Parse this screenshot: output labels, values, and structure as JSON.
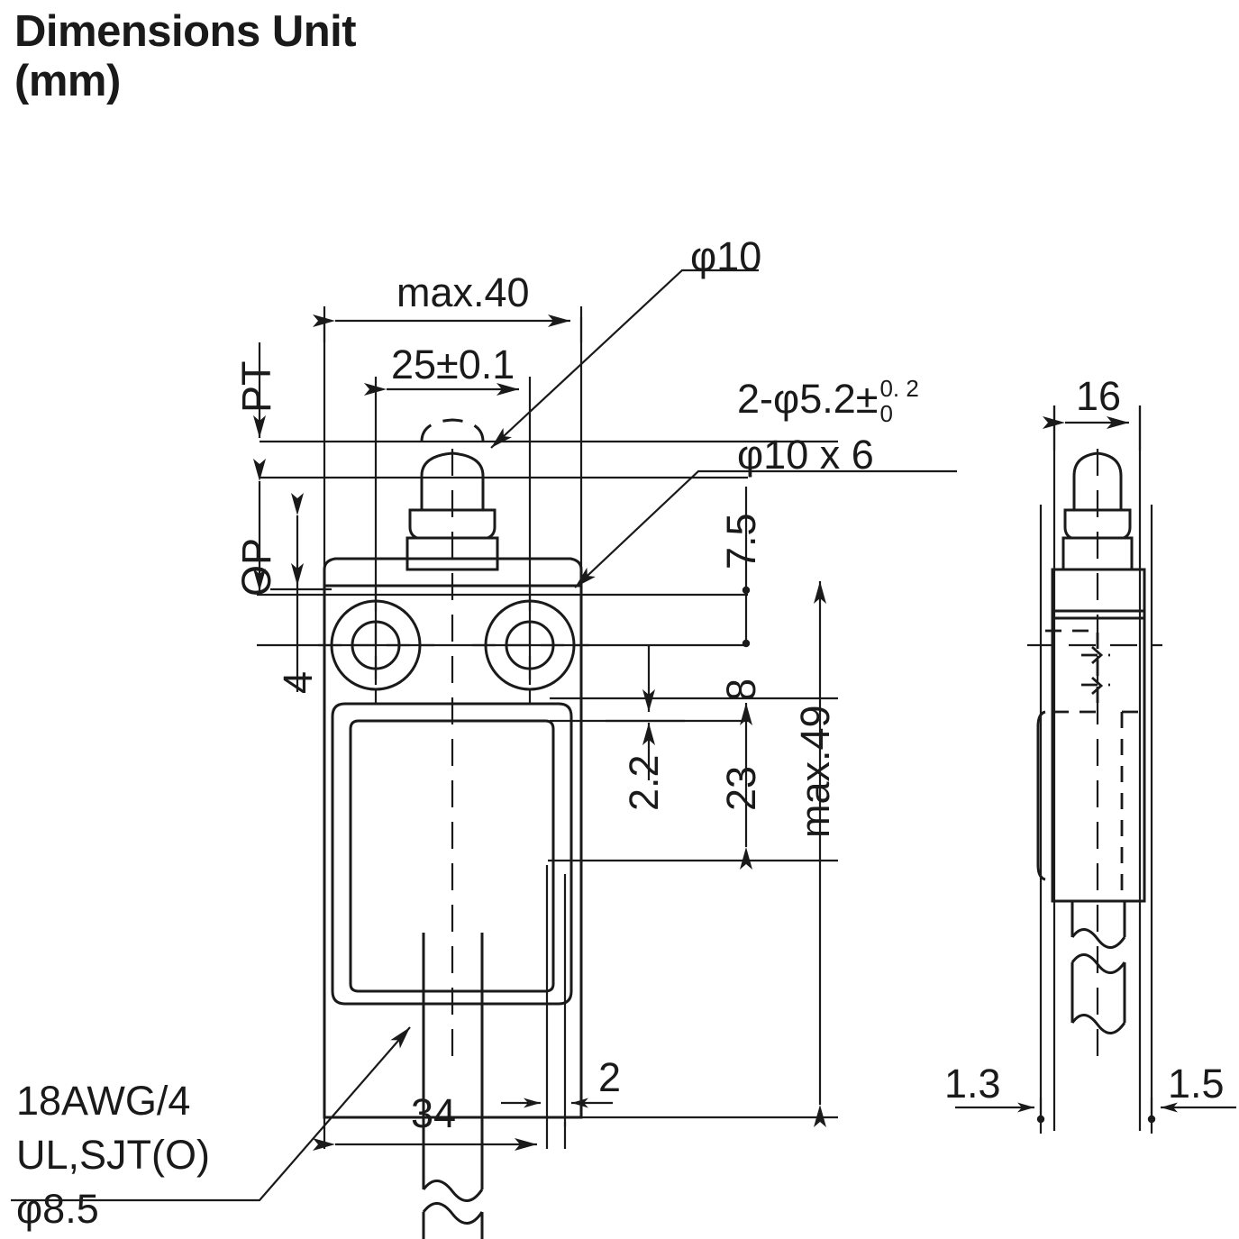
{
  "title": "Dimensions Unit\n(mm)",
  "drawing": {
    "type": "mechanical-dimension-drawing",
    "subject": "limit switch with plunger actuator",
    "unit": "mm",
    "views": [
      "front",
      "side"
    ]
  },
  "dimensions": {
    "overall_width_max": "max.40",
    "mounting_hole_pitch": "25±0.1",
    "plunger_diameter": "φ10",
    "mounting_holes_note_line1": "2-φ5.2±",
    "mounting_holes_tol_upper": "0. 2",
    "mounting_holes_tol_lower": "0",
    "mounting_holes_note_line2": "φ10 x 6",
    "travel_pt": "PT",
    "operating_position_op": "OP",
    "flange_thickness": "4",
    "hole_to_top": "7.5",
    "hole_spacing": "8",
    "body_offset": "2.2",
    "body_height": "23",
    "overall_height_max": "max.49",
    "body_width": "34",
    "flange_step": "2",
    "side_width": "16",
    "side_left_offset": "1.3",
    "side_right_offset": "1.5"
  },
  "cable_note": {
    "line1": "18AWG/4",
    "line2": "UL,SJT(O)",
    "line3": "φ8.5"
  },
  "style": {
    "line_color": "#1a1a1a",
    "text_color": "#1a1a1a",
    "background": "#ffffff",
    "thin_width": 2.0,
    "thick_width": 3.0
  }
}
